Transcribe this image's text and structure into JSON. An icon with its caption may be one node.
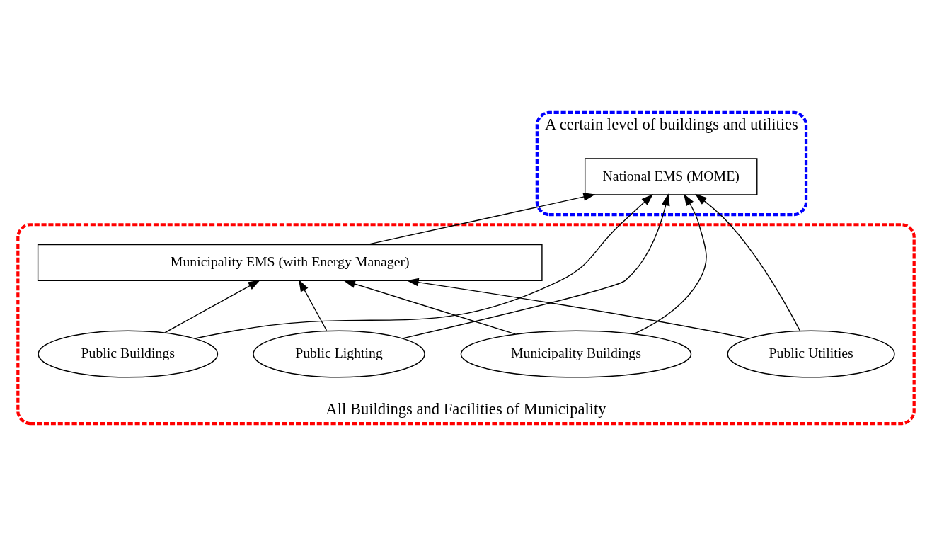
{
  "diagram": {
    "nodes": [
      {
        "text": [
          "A certain level of buildings and utilities"
        ]
      },
      {
        "text": [
          "National EMS (MOME)"
        ],
        "in": 0
      },
      {
        "text": [
          "All Buildings and Facilities of Municipality"
        ]
      },
      {
        "text": [
          "Municipality EMS (with Energy Manager)"
        ],
        "in": 2
      },
      {
        "text": [
          "Municipality Buildings"
        ],
        "in": 2
      },
      {
        "text": [
          "Public Utilities"
        ],
        "in": 2
      },
      {
        "text": [
          "Public Buildings"
        ],
        "in": 2
      },
      {
        "text": [
          "Public Lighting"
        ],
        "in": 2
      }
    ],
    "edges": [
      {
        "from": 3,
        "to": 1,
        "arrow": "to"
      },
      {
        "from": 4,
        "to": 3,
        "arrow": "to"
      },
      {
        "from": 5,
        "to": 3,
        "arrow": "to"
      },
      {
        "from": 6,
        "to": 3,
        "arrow": "to"
      },
      {
        "from": 7,
        "to": 3,
        "arrow": "to"
      },
      {
        "from": 4,
        "to": 1,
        "arrow": "to"
      },
      {
        "from": 5,
        "to": 1,
        "arrow": "to"
      },
      {
        "from": 6,
        "to": 1,
        "arrow": "to"
      },
      {
        "from": 7,
        "to": 1,
        "arrow": "to"
      }
    ]
  }
}
